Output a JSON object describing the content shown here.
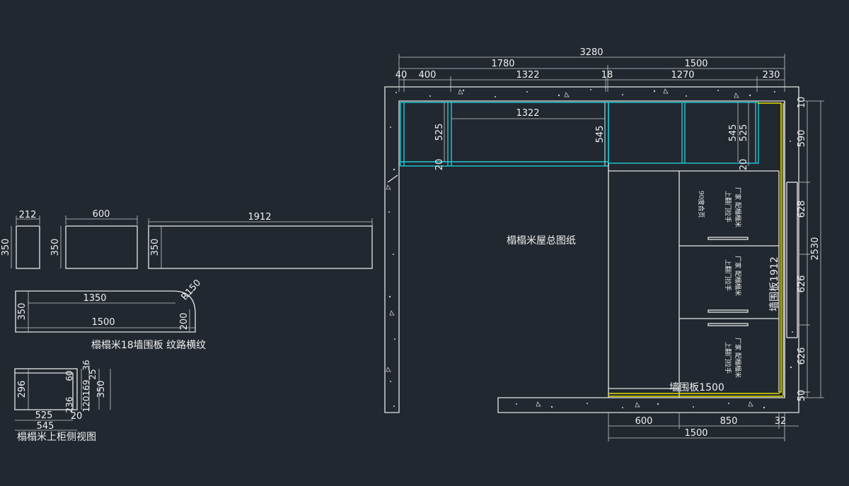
{
  "colors": {
    "background": "#212830",
    "line": "#e6e6e6",
    "cabinet_highlight": "#1fc9d6",
    "wall_panel_highlight": "#e4e000"
  },
  "title": "榻榻米屋总图纸",
  "top_dims": {
    "total": "3280",
    "seg_a": "1780",
    "seg_b": "1500",
    "d40": "40",
    "d400": "400",
    "d1322": "1322",
    "d18": "18",
    "d1270": "1270",
    "d230": "230"
  },
  "cabinet_dims": {
    "d1322": "1322",
    "d525": "525",
    "d545": "545",
    "d20_left": "20",
    "d545_right": "545",
    "d525_right": "525",
    "d20_right": "20"
  },
  "right_dims": {
    "d10": "10",
    "d590": "590",
    "d628": "628",
    "d2530": "2530",
    "d626": "626",
    "d626b": "626",
    "d50": "50"
  },
  "bottom_dims": {
    "d600": "600",
    "d850": "850",
    "d32": "32",
    "d1500": "1500"
  },
  "panel_labels": {
    "vertical": "墙围板1912",
    "horizontal": "墙围板1500"
  },
  "cabinet_notes": {
    "top_a": "厂家 配榻榻米",
    "top_b": "上翻门拉手",
    "top_c": "90度合页",
    "mid_a": "厂家 配榻榻米",
    "mid_b": "上翻门拉手",
    "bot_a": "厂家 配榻榻米",
    "bot_b": "上翻门拉手"
  },
  "boards": {
    "b212": "212",
    "b600": "600",
    "b1912": "1912",
    "h350a": "350",
    "h350b": "350",
    "h350c": "350",
    "long_1350": "1350",
    "long_1500": "1500",
    "long_350": "350",
    "long_200": "200",
    "long_r150": "R150",
    "caption": "榻榻米18墙围板 纹路横纹"
  },
  "side_view": {
    "d296": "296",
    "d236": "236",
    "d60": "60",
    "d120": "120",
    "d169": "169",
    "d36": "36",
    "d25": "25",
    "d350": "350",
    "d525": "525",
    "d20": "20",
    "d545": "545",
    "caption": "榻榻米上柜侧视图"
  }
}
